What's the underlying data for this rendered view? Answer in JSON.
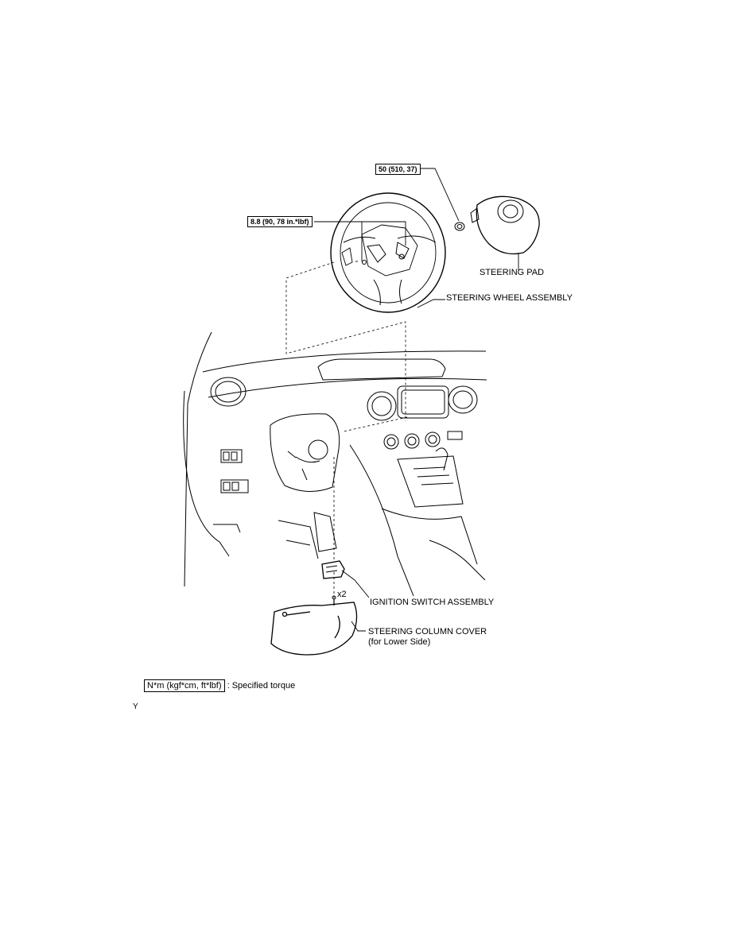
{
  "torque_specs": {
    "pad_nut": "50 (510, 37)",
    "wheel_bolts": "8.8 (90, 78 in.*lbf)"
  },
  "labels": {
    "steering_pad": "STEERING PAD",
    "steering_wheel_assembly": "STEERING WHEEL ASSEMBLY",
    "ignition_switch_assembly": "IGNITION SWITCH ASSEMBLY",
    "screw_count": "x2",
    "steering_column_cover": "STEERING COLUMN COVER",
    "steering_column_cover_sub": "(for Lower Side)"
  },
  "legend": {
    "unit_box": "N*m (kgf*cm, ft*lbf)",
    "description": ": Specified torque"
  },
  "footer_mark": "Y"
}
